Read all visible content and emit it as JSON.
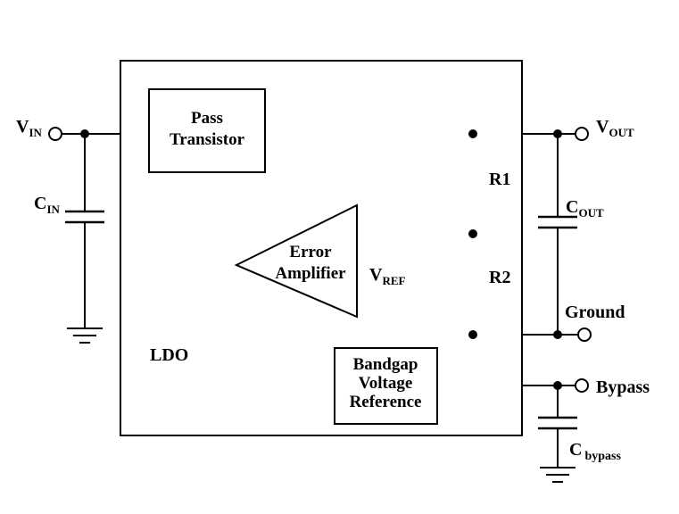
{
  "diagram": {
    "blocks": {
      "pass_transistor": {
        "line1": "Pass",
        "line2": "Transistor"
      },
      "error_amplifier": {
        "line1": "Error",
        "line2": "Amplifier"
      },
      "bandgap_reference": {
        "line1": "Bandgap",
        "line2": "Voltage",
        "line3": "Reference"
      }
    },
    "labels": {
      "ldo": "LDO",
      "vin": {
        "main": "V",
        "sub": "IN"
      },
      "cin": {
        "main": "C",
        "sub": "IN"
      },
      "vout": {
        "main": "V",
        "sub": "OUT"
      },
      "cout": {
        "main": "C",
        "sub": "OUT"
      },
      "vref": {
        "main": "V",
        "sub": "REF"
      },
      "cbypass": {
        "main": "C",
        "sub": "bypass"
      },
      "r1": "R1",
      "r2": "R2",
      "ground": "Ground",
      "bypass": "Bypass"
    },
    "colors": {
      "stroke": "#000000",
      "background": "#ffffff"
    }
  }
}
